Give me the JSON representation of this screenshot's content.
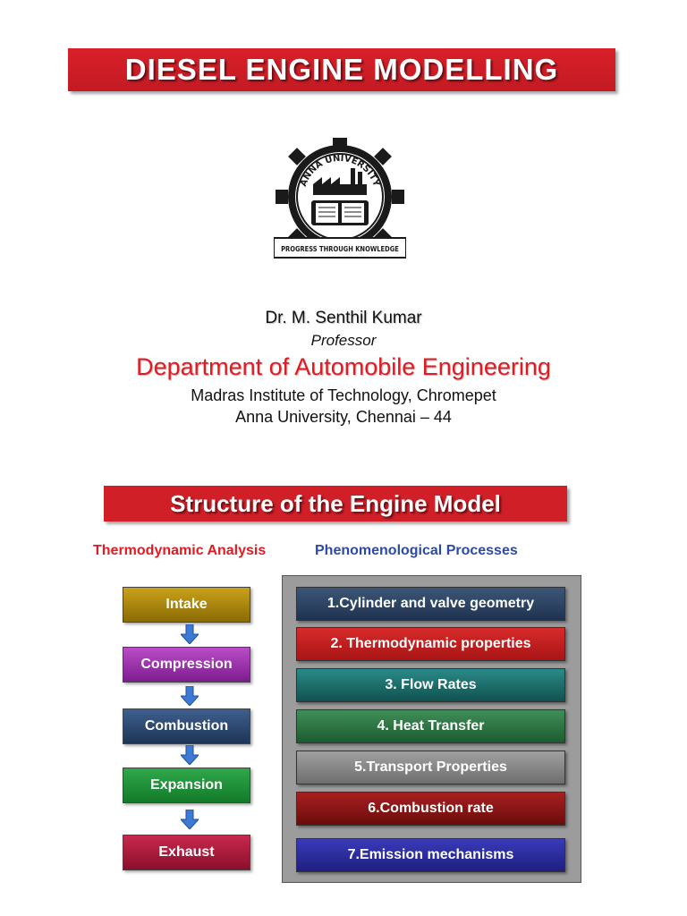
{
  "title": "DIESEL ENGINE MODELLING",
  "logo": {
    "ring_text": "ANNA UNIVERSITY",
    "motto": "PROGRESS THROUGH KNOWLEDGE"
  },
  "author": {
    "name": "Dr. M. Senthil Kumar",
    "role": "Professor",
    "department": "Department of Automobile Engineering",
    "institute": "Madras Institute of Technology, Chromepet",
    "university": "Anna University, Chennai – 44"
  },
  "section_title": "Structure of the Engine Model",
  "left_heading": "Thermodynamic Analysis",
  "right_heading": "Phenomenological Processes",
  "steps": [
    "Intake",
    "Compression",
    "Combustion",
    "Expansion",
    "Exhaust"
  ],
  "processes": [
    "1.Cylinder and valve geometry",
    "2. Thermodynamic properties",
    "3. Flow Rates",
    "4. Heat Transfer",
    "5.Transport Properties",
    "6.Combustion rate",
    "7.Emission mechanisms"
  ],
  "colors": {
    "title_red": "#d8202a",
    "department_red": "#e21b23",
    "heading_blue": "#2d4aa8"
  }
}
